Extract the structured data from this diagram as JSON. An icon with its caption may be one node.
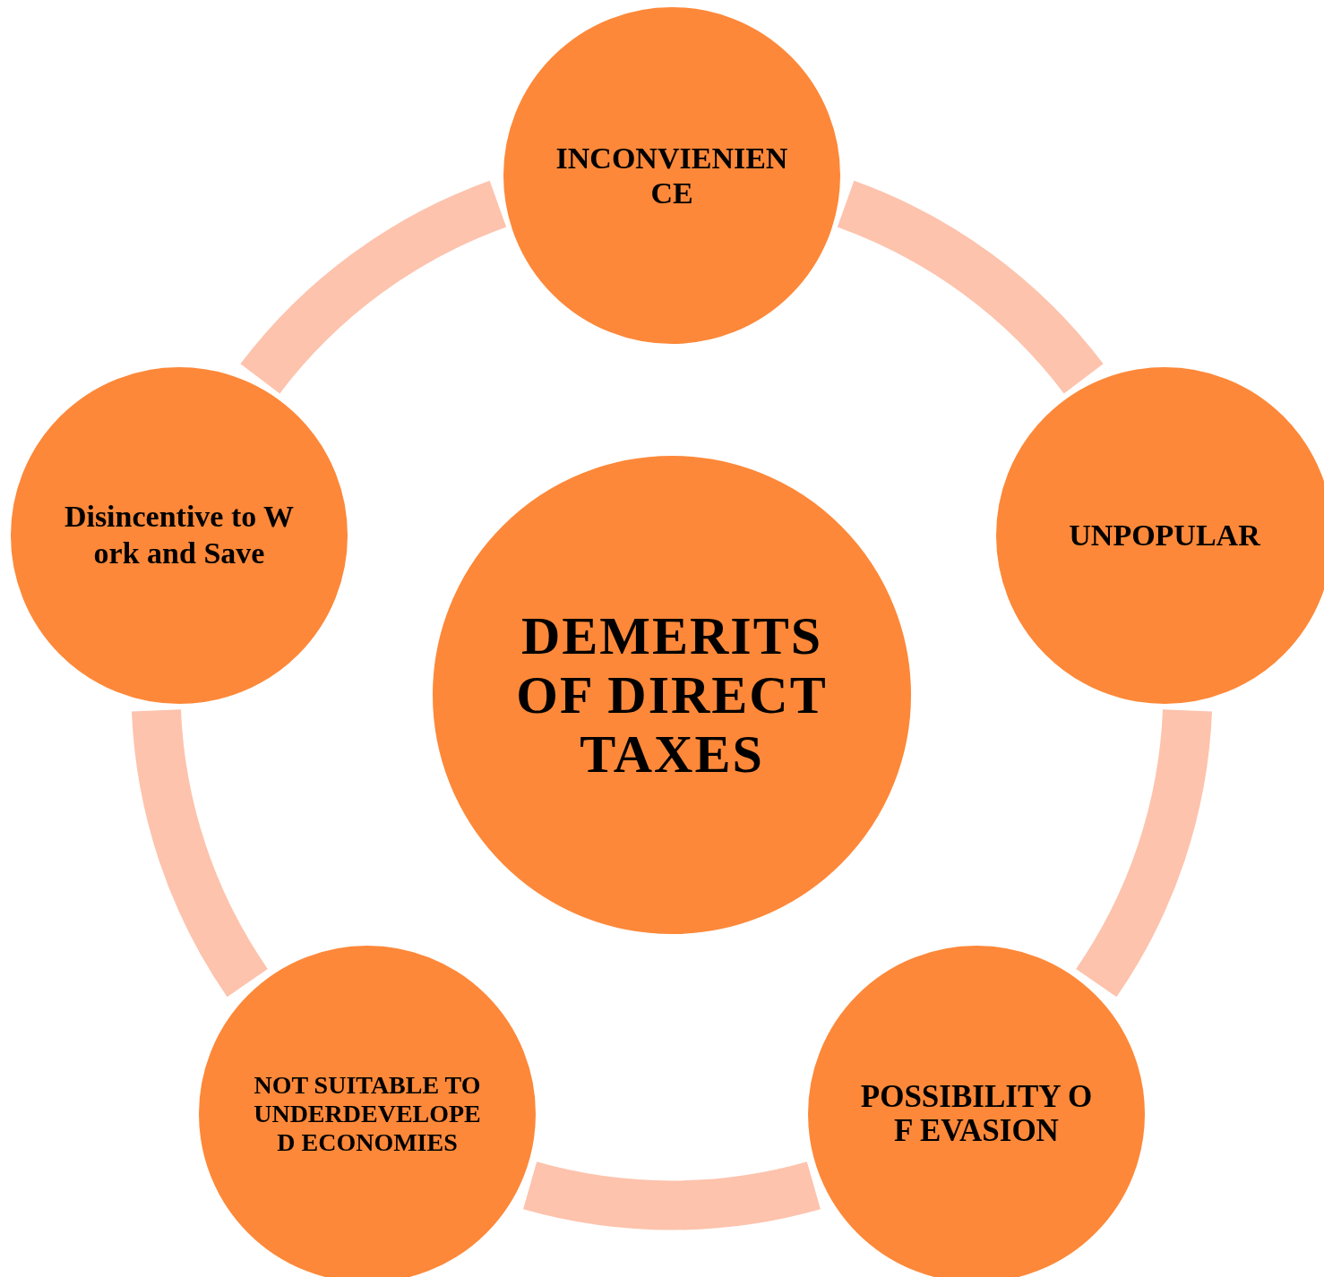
{
  "diagram": {
    "nodes": [
      {
        "text": [
          "DEMERITS OF DIRECT TAXES"
        ]
      },
      {
        "text": [
          "INCONVIENIENCE"
        ]
      },
      {
        "text": [
          "UNPOPULAR"
        ]
      },
      {
        "text": [
          "POSSIBILITY OF EVASION"
        ]
      },
      {
        "text": [
          "NOT SUITABLE TO UNDERDEVELOPED ECONOMIES"
        ]
      },
      {
        "text": [
          "Disincentive to Work and Save"
        ]
      }
    ],
    "edges": [
      {
        "from": 1,
        "to": 2,
        "arrow": "none"
      },
      {
        "from": 2,
        "to": 3,
        "arrow": "none"
      },
      {
        "from": 3,
        "to": 4,
        "arrow": "none"
      },
      {
        "from": 4,
        "to": 5,
        "arrow": "none"
      },
      {
        "from": 5,
        "to": 1,
        "arrow": "none"
      }
    ]
  }
}
